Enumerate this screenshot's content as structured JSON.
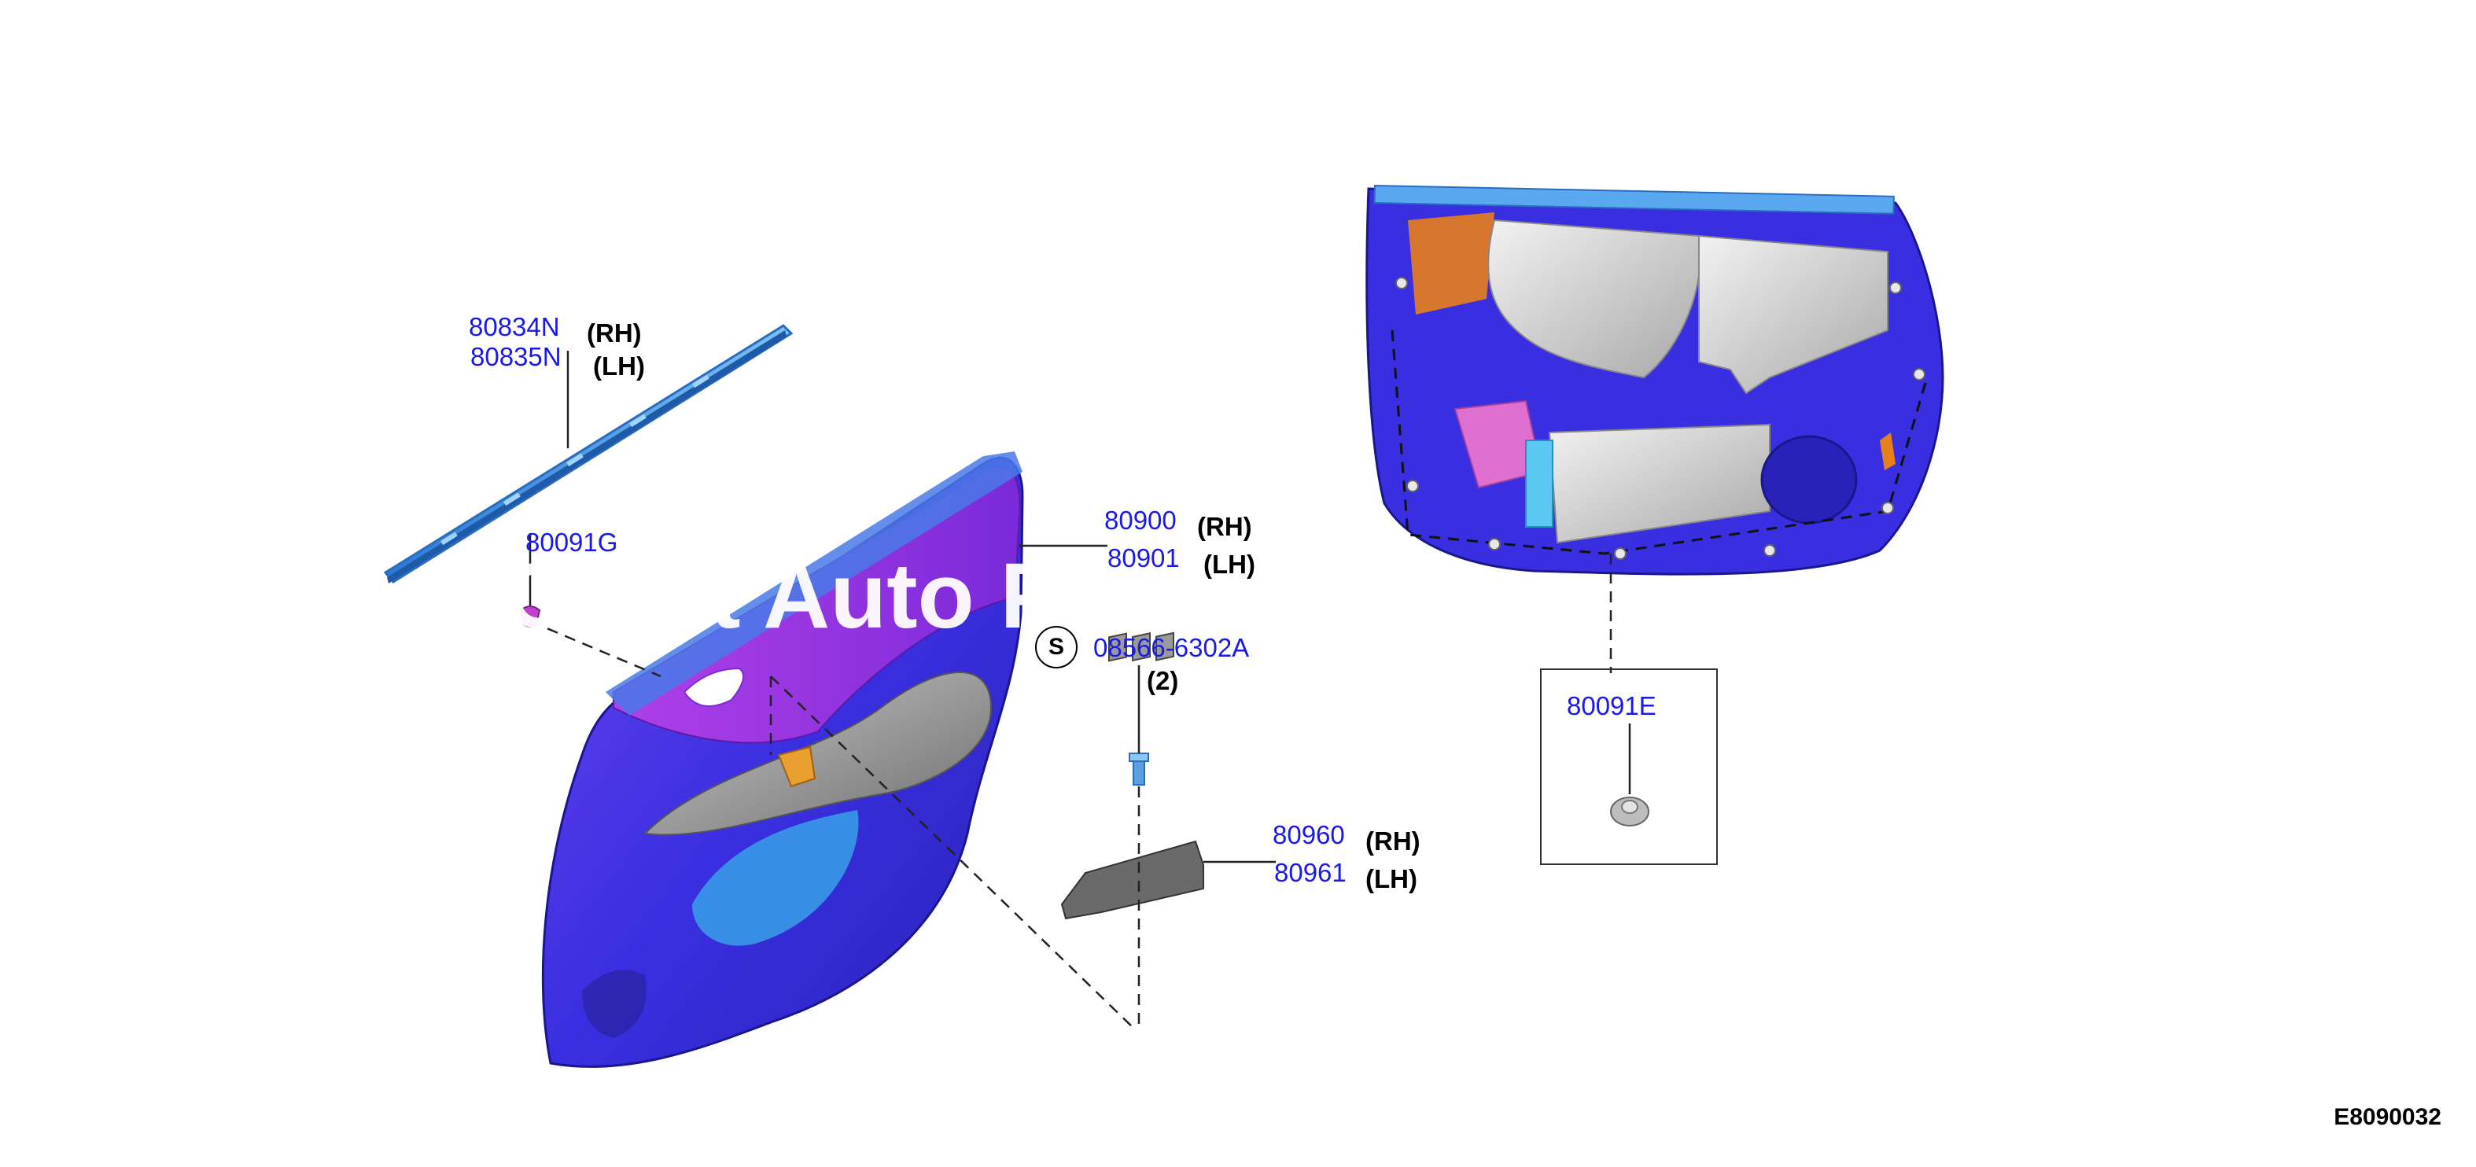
{
  "callouts": {
    "molding": {
      "pn_rh": "80834N",
      "side_rh": "(RH)",
      "pn_lh": "80835N",
      "side_lh": "(LH)"
    },
    "clip_g": {
      "pn": "80091G"
    },
    "panel": {
      "pn_rh": "80900",
      "side_rh": "(RH)",
      "pn_lh": "80901",
      "side_lh": "(LH)"
    },
    "screw": {
      "symbol": "S",
      "pn": "08566-6302A",
      "qty": "(2)"
    },
    "switch_bezel": {
      "pn_rh": "80960",
      "side_rh": "(RH)",
      "pn_lh": "80961",
      "side_lh": "(LH)"
    },
    "clip_e": {
      "pn": "80091E"
    }
  },
  "watermark": {
    "text": "Giant Auto Parts"
  },
  "figure_id": "E8090032",
  "colors": {
    "label_blue": "#1a1ae6",
    "panel_blue": "#3a2fe0",
    "panel_purple": "#8a2be2",
    "molding_blue": "#3a8fe0",
    "armrest_gray": "#8e8e8e",
    "orange": "#e8801a",
    "pink": "#e070d0"
  }
}
